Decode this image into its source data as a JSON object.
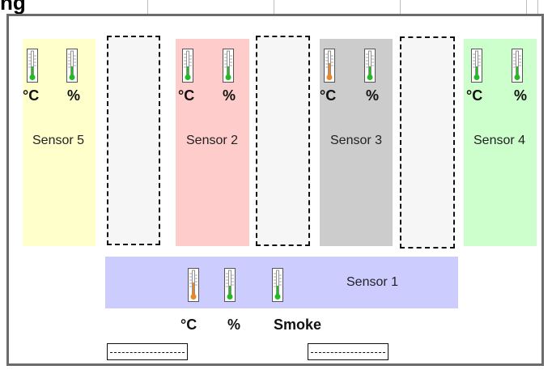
{
  "header": {
    "cropped_text": "ng"
  },
  "colors": {
    "sensor1": "#ccccff",
    "sensor2": "#ffcccc",
    "sensor3": "#cccccc",
    "sensor4": "#ccffcc",
    "sensor5": "#ffffcc",
    "bulb_green": "#22bb22",
    "bulb_orange": "#e8862a"
  },
  "units": {
    "temp": "°C",
    "humidity": "%",
    "smoke": "Smoke"
  },
  "sensors": {
    "s1": {
      "label": "Sensor 1"
    },
    "s2": {
      "label": "Sensor 2"
    },
    "s3": {
      "label": "Sensor 3"
    },
    "s4": {
      "label": "Sensor 4"
    },
    "s5": {
      "label": "Sensor 5"
    }
  },
  "icons": {
    "thermometer": "thermometer-icon"
  }
}
